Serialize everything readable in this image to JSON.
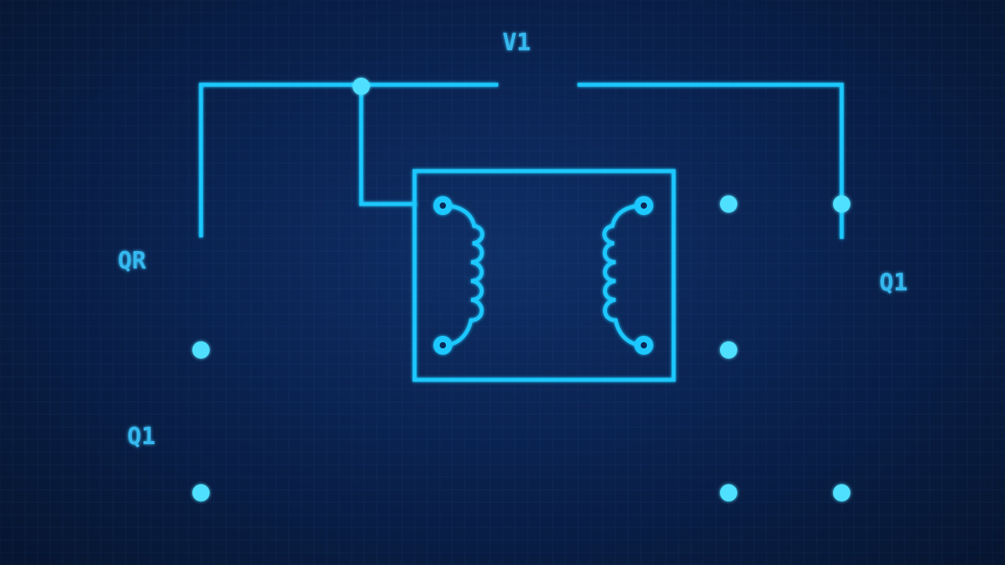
{
  "diagram": {
    "type": "circuit-schematic",
    "colors": {
      "background": "#0a2250",
      "wire": "#1ec8ff",
      "node": "#4fe0ff",
      "label": "#36b8f0"
    },
    "labels": {
      "source_top": "V1",
      "battery_left_upper": "QR",
      "battery_left_lower": "Q1",
      "battery_right": "Q1"
    },
    "components": [
      {
        "id": "battery-top",
        "kind": "battery",
        "label_key": "source_top"
      },
      {
        "id": "battery-left-upper",
        "kind": "battery",
        "label_key": "battery_left_upper"
      },
      {
        "id": "battery-left-lower",
        "kind": "battery",
        "label_key": "battery_left_lower"
      },
      {
        "id": "battery-right",
        "kind": "battery",
        "label_key": "battery_right"
      },
      {
        "id": "transformer",
        "kind": "transformer"
      },
      {
        "id": "ground-left",
        "kind": "ground"
      },
      {
        "id": "ground-right",
        "kind": "ground"
      }
    ]
  }
}
